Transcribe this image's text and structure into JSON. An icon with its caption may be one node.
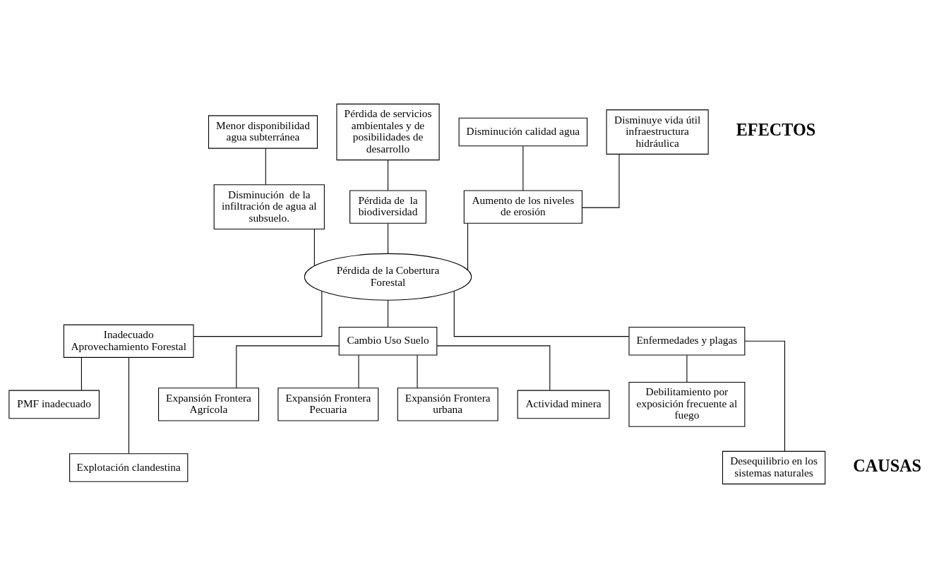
{
  "diagram": {
    "nodes": [
      {
        "text": [
          "Menor disponibilidad agua subterránea"
        ]
      },
      {
        "text": [
          "Disminución  de la infiltración de agua al subsuelo."
        ]
      },
      {
        "text": [
          "Disminución calidad agua"
        ]
      },
      {
        "text": [
          "Disminuye vida útil infraestructura hidráulica"
        ]
      },
      {
        "text": [
          "Pérdida de servicios ambientales y de posibilidades de desarrollo"
        ]
      },
      {
        "text": [
          "Pérdida de  la biodiversidad"
        ]
      },
      {
        "text": [
          "Aumento de los niveles de erosión"
        ]
      },
      {
        "text": [
          "Pérdida de la Cobertura Forestal"
        ]
      },
      {
        "text": [
          "Inadecuado Aprovechamiento Forestal"
        ]
      },
      {
        "text": [
          "Cambio Uso Suelo"
        ]
      },
      {
        "text": [
          "Enfermedades y plagas"
        ]
      },
      {
        "text": [
          "PMF inadecuado"
        ]
      },
      {
        "text": [
          "Expansión Frontera Agrícola"
        ]
      },
      {
        "text": [
          "Expansión Frontera Pecuaria"
        ]
      },
      {
        "text": [
          "Expansión Frontera urbana"
        ]
      },
      {
        "text": [
          "Actividad minera"
        ]
      },
      {
        "text": [
          "Debilitamiento por exposición frecuente al fuego"
        ]
      },
      {
        "text": [
          "Explotación clandestina"
        ]
      },
      {
        "text": [
          "Desequilibrio en los sistemas naturales"
        ]
      }
    ],
    "edges": [
      {
        "from": 0,
        "to": 1,
        "arrow": "none"
      },
      {
        "from": 2,
        "to": 6,
        "arrow": "none"
      },
      {
        "from": 3,
        "to": 6,
        "arrow": "none"
      },
      {
        "from": 4,
        "to": 5,
        "arrow": "none"
      },
      {
        "from": 1,
        "to": 7,
        "arrow": "none"
      },
      {
        "from": 6,
        "to": 7,
        "arrow": "none"
      },
      {
        "from": 5,
        "to": 7,
        "arrow": "none"
      },
      {
        "from": 7,
        "to": 8,
        "arrow": "none"
      },
      {
        "from": 7,
        "to": 9,
        "arrow": "none"
      },
      {
        "from": 7,
        "to": 10,
        "arrow": "none"
      },
      {
        "from": 8,
        "to": 11,
        "arrow": "none"
      },
      {
        "from": 9,
        "to": 12,
        "arrow": "none"
      },
      {
        "from": 9,
        "to": 13,
        "arrow": "none"
      },
      {
        "from": 9,
        "to": 14,
        "arrow": "none"
      },
      {
        "from": 9,
        "to": 15,
        "arrow": "none"
      },
      {
        "from": 10,
        "to": 16,
        "arrow": "none"
      },
      {
        "from": 8,
        "to": 17,
        "arrow": "none"
      },
      {
        "from": 10,
        "to": 18,
        "arrow": "none"
      }
    ],
    "labels": [
      "EFECTOS",
      "CAUSAS"
    ]
  }
}
